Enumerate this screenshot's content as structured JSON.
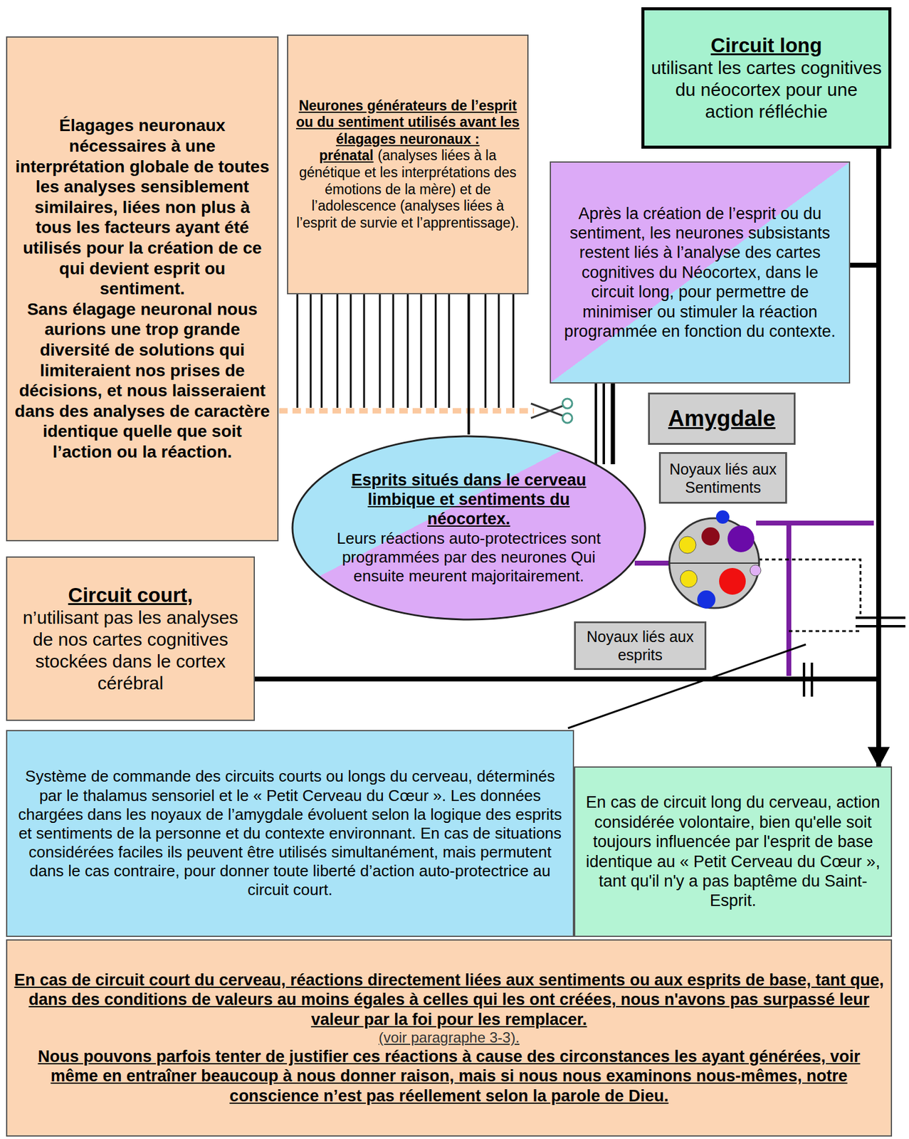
{
  "diagram": {
    "nodes": [
      {
        "text": [
          "Élagages neuronaux nécessaires à une interprétation globale de toutes les analyses sensiblement similaires, liées non plus à tous les facteurs ayant été utilisés pour la création de ce qui devient esprit ou sentiment.",
          "Sans élagage neuronal nous aurions une trop grande diversité de solutions qui limiteraient nos prises de décisions, et nous laisseraient dans des analyses de caractère identique quelle que soit l’action ou la réaction."
        ]
      },
      {
        "text": [
          "Neurones générateurs de l’esprit ou du sentiment utilisés avant les élagages neuronaux : prénatal",
          "(analyses liées à la génétique et les interprétations des émotions de la mère) et de l’adolescence (analyses liées à l’esprit de survie et l’apprentissage)."
        ]
      },
      {
        "text": [
          "Circuit long",
          "utilisant les cartes cognitives du néocortex pour une action réfléchie"
        ]
      },
      {
        "text": [
          "Après la création de l’esprit ou du sentiment, les neurones subsistants restent liés à l’analyse des cartes cognitives du Néocortex, dans le circuit long, pour permettre de minimiser ou stimuler la réaction programmée en fonction du contexte."
        ]
      },
      {
        "text": [
          "Amygdale"
        ]
      },
      {
        "text": [
          "Esprits situés dans le cerveau limbique et sentiments du néocortex.",
          "Leurs réactions auto-protectrices sont programmées par des neurones Qui ensuite meurent majoritairement."
        ]
      },
      {
        "text": [
          "Noyaux liés aux Sentiments"
        ]
      },
      {
        "text": [
          "Circuit court,",
          "n’utilisant pas les analyses de nos cartes cognitives stockées dans le cortex cérébral"
        ]
      },
      {
        "text": [
          "Noyaux liés aux esprits"
        ]
      },
      {
        "text": [
          "Système de commande des circuits courts ou longs du cerveau, déterminés par le thalamus sensoriel et le « Petit Cerveau du Cœur ». Les données chargées dans les noyaux de l’amygdale évoluent selon la logique des esprits et sentiments de la personne et du contexte environnant. En cas de situations considérées faciles ils peuvent être utilisés simultanément, mais permutent dans le cas contraire, pour donner toute liberté d’action auto-protectrice au circuit court."
        ]
      },
      {
        "text": [
          "En cas de circuit long du cerveau, action considérée volontaire, bien qu'elle soit toujours influencée par l'esprit de base identique au « Petit Cerveau du Cœur », tant qu'il n'y a pas baptême du Saint-Esprit."
        ]
      },
      {
        "text": [
          "En cas de circuit court du cerveau, réactions directement liées aux sentiments ou aux esprits de base, tant que, dans des conditions de valeurs au moins égales à celles qui les ont créées, nous n'avons pas surpassé leur valeur par la foi pour les remplacer.",
          "(voir paragraphe 3-3).",
          "Nous pouvons parfois tenter de justifier ces réactions à cause des circonstances les ayant générées, voir même en entraîner beaucoup à nous donner raison, mais si nous nous examinons nous-mêmes, notre conscience n’est pas réellement selon la parole de Dieu."
        ]
      }
    ],
    "edges": [
      {
        "from": 1,
        "to": 5,
        "arrow": "none"
      },
      {
        "from": 2,
        "to": 10,
        "arrow": "to"
      },
      {
        "from": 7,
        "to": 10,
        "arrow": "to"
      }
    ]
  }
}
